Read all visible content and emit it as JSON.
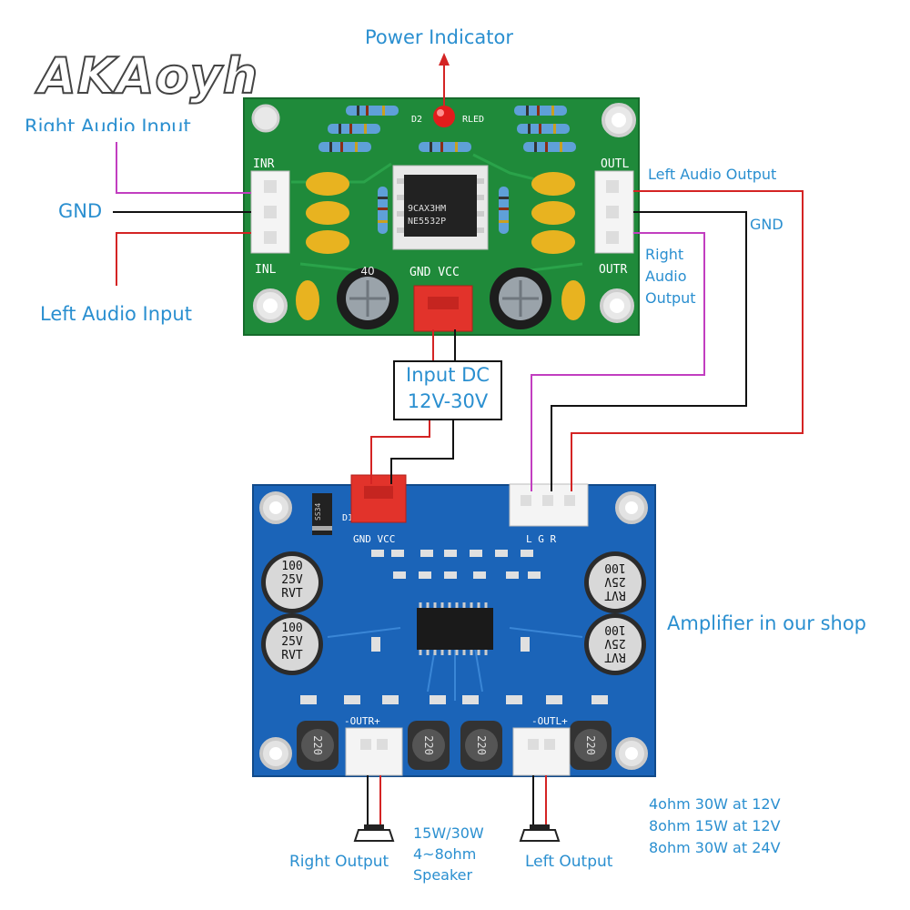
{
  "brand": "AKAoyh",
  "labels": {
    "power_indicator": "Power Indicator",
    "right_audio_input": "Right Audio Input",
    "gnd_left": "GND",
    "left_audio_input": "Left Audio Input",
    "left_audio_output": "Left Audio Output",
    "gnd_right": "GND",
    "right_audio_output": [
      "Right",
      "Audio",
      "Output"
    ],
    "input_dc": [
      "Input DC",
      "12V-30V"
    ],
    "amplifier": "Amplifier in our shop",
    "right_output": "Right Output",
    "left_output": "Left Output",
    "speaker": [
      "15W/30W",
      "4~8ohm",
      "Speaker"
    ],
    "specs": [
      "4ohm 30W at 12V",
      "8ohm 15W at 12V",
      "8ohm 30W at 24V"
    ]
  },
  "preamp_board": {
    "silk": {
      "inr": "INR",
      "inl": "INL",
      "outl": "OUTL",
      "outr": "OUTR",
      "gnd_vcc": "GND  VCC",
      "d2": "D2",
      "rled": "RLED"
    },
    "chip": [
      "9CAX3HM",
      "NE5532P"
    ],
    "cap_text": "40"
  },
  "amp_board": {
    "silk": {
      "gnd_vcc": "GND VCC",
      "lgr": "L  G  R",
      "outr": "-OUTR+",
      "outl": "-OUTL+",
      "d1": "D1",
      "diode": "SS34"
    },
    "cap_text": [
      "100",
      "25V",
      "RVT"
    ],
    "inductor": "220"
  },
  "colors": {
    "pink_wire": "#c23ec0",
    "black_wire": "#111111",
    "red_wire": "#d42424",
    "label": "#2a8fd0",
    "green_pcb": "#1f8a3a",
    "blue_pcb": "#1b64b8"
  }
}
